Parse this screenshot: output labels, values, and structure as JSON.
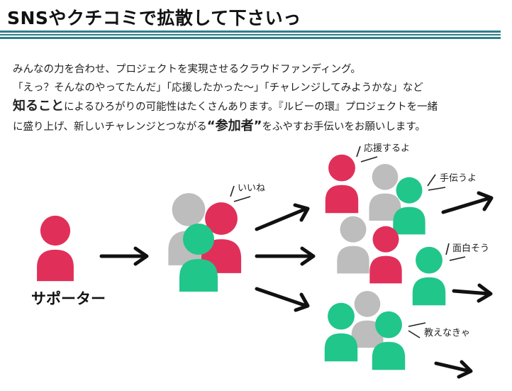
{
  "title": "SNSやクチコミで拡散して下さいっ",
  "paragraph": {
    "line1": "みんなの力を合わせ、プロジェクトを実現させるクラウドファンディング。",
    "line2": "「えっ？そんなのやってたんだ」「応援したかった〜」「チャレンジしてみようかな」など",
    "line3_bold": "知ること",
    "line3_rest": "によるひろがりの可能性はたくさんあります。『ルビーの環』プロジェクトを一緒",
    "line4_pre": "に盛り上げ、新しいチャレンジとつながる",
    "line4_bold": "“参加者”",
    "line4_post": "をふやすお手伝いをお願いします。"
  },
  "diagram": {
    "supporter_label": "サポーター",
    "reaction_like": "いいね",
    "reaction_support": "応援するよ",
    "reaction_help": "手伝うよ",
    "reaction_interesting": "面白そう",
    "reaction_tell": "教えなきゃ"
  },
  "colors": {
    "red": "#e0305a",
    "green": "#21c68a",
    "gray": "#bdbdbd",
    "rule": "#2f7f8a"
  }
}
